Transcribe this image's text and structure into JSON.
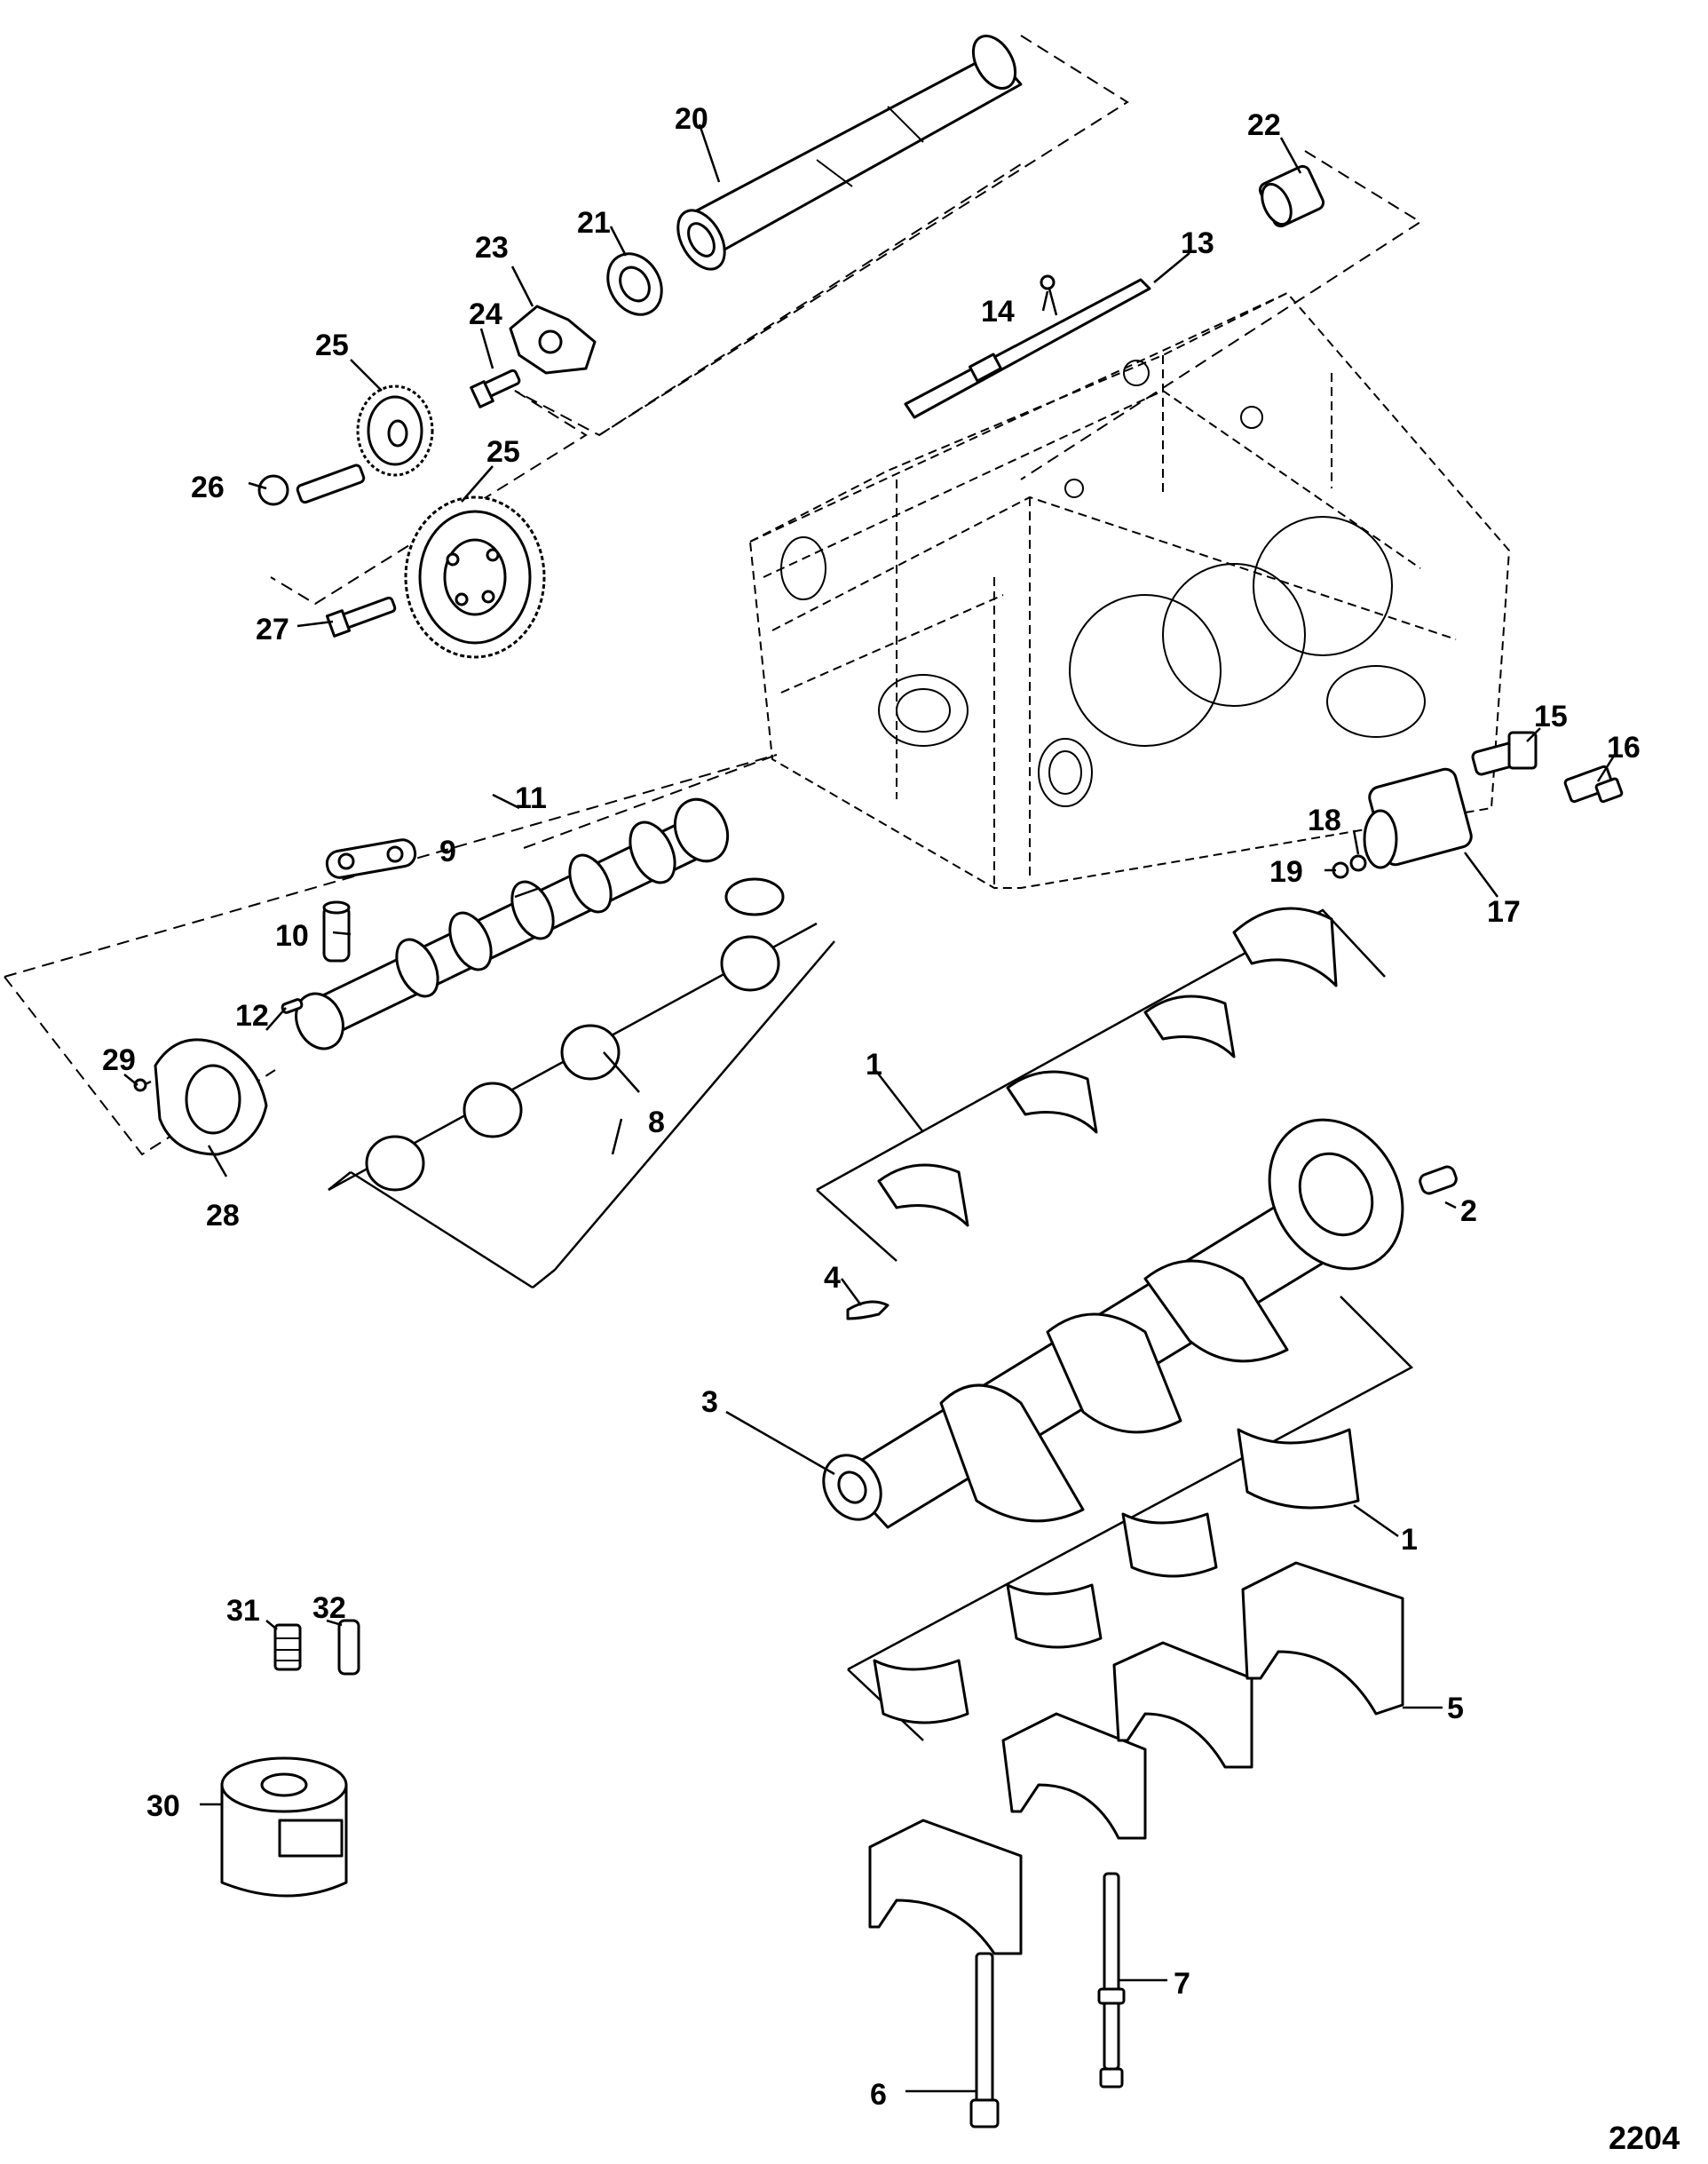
{
  "callouts": {
    "c1a": "1",
    "c1b": "1",
    "c2": "2",
    "c3": "3",
    "c4": "4",
    "c5": "5",
    "c6": "6",
    "c7": "7",
    "c8": "8",
    "c9": "9",
    "c10": "10",
    "c11": "11",
    "c12": "12",
    "c13": "13",
    "c14": "14",
    "c15": "15",
    "c16": "16",
    "c17": "17",
    "c18": "18",
    "c19": "19",
    "c20": "20",
    "c21": "21",
    "c22": "22",
    "c23": "23",
    "c24": "24",
    "c25a": "25",
    "c25b": "25",
    "c26": "26",
    "c27": "27",
    "c28": "28",
    "c29": "29",
    "c30": "30",
    "c31": "31",
    "c32": "32"
  },
  "figure_number": "2204"
}
